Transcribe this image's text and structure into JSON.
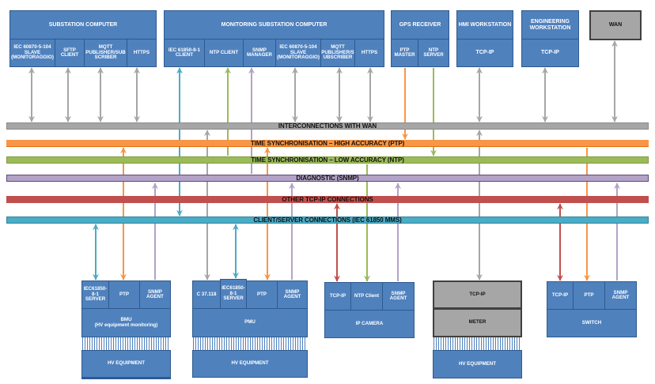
{
  "colors": {
    "wan": "#a6a6a6",
    "ptp": "#f79646",
    "ntp": "#9bbb59",
    "snmp": "#b3a2c7",
    "tcp": "#c0504d",
    "mms": "#4bacc6",
    "box": "#4f81bd"
  },
  "top_nodes": {
    "substation_computer": {
      "title": "SUBSTATION COMPUTER",
      "modules": [
        "IEC 60870-5-104 SLAVE (MONITORAGGIO)",
        "SFTP CLIENT",
        "MQTT PUBLISHER/SUB SCRIBER",
        "HTTPS"
      ]
    },
    "monitoring_computer": {
      "title": "MONITORING SUBSTATION COMPUTER",
      "modules": [
        "IEC 61850-8-1 CLIENT",
        "NTP CLIENT",
        "SNMP MANAGER",
        "IEC 60870-5-104 SLAVE (MONITORAGGIO)",
        "MQTT PUBLISHER/S UBSCRIBER",
        "HTTPS"
      ]
    },
    "gps_receiver": {
      "title": "GPS RECEIVER",
      "modules": [
        "PTP MASTER",
        "NTP SERVER"
      ]
    },
    "hmi_workstation": {
      "title": "HMI WORKSTATION",
      "modules": [
        "TCP-IP"
      ]
    },
    "engineering_workstation": {
      "title": "ENGINEERING WORKSTATION",
      "modules": [
        "TCP-IP"
      ]
    },
    "wan": {
      "title": "WAN"
    }
  },
  "buses": [
    {
      "id": "wan",
      "label": "INTERCONNECTIONS WITH WAN"
    },
    {
      "id": "ptp",
      "label": "TIME SYNCHRONISATION – HIGH ACCURACY (PTP)"
    },
    {
      "id": "ntp",
      "label": "TIME SYNCHRONISATION – LOW ACCURACY (NTP)"
    },
    {
      "id": "snmp",
      "label": "DIAGNOSTIC (SNMP)"
    },
    {
      "id": "tcp",
      "label": "OTHER TCP-IP CONNECTIONS"
    },
    {
      "id": "mms",
      "label": "CLIENT/SERVER CONNECTIONS (IEC 61850 MMS)"
    }
  ],
  "bottom_nodes": {
    "bmu": {
      "title": "BMU",
      "subtitle": "(HV equipment monitoring)",
      "modules": [
        "IEC61850-8-1 SERVER",
        "PTP",
        "SNMP AGENT"
      ],
      "equipment": "HV EQUIPMENT"
    },
    "pmu": {
      "title": "PMU",
      "modules": [
        "C 37.118",
        "IEC61850-8-1 SERVER",
        "PTP",
        "SNMP AGENT"
      ],
      "equipment": "HV EQUIPMENT"
    },
    "ip_camera": {
      "title": "IP CAMERA",
      "modules": [
        "TCP-IP",
        "NTP Client",
        "SNMP AGENT"
      ]
    },
    "meter": {
      "title": "METER",
      "modules": [
        "TCP-IP"
      ],
      "equipment": "HV EQUIPMENT"
    },
    "switch": {
      "title": "SWITCH",
      "modules": [
        "TCP-IP",
        "PTP",
        "SNMP AGENT"
      ]
    }
  }
}
